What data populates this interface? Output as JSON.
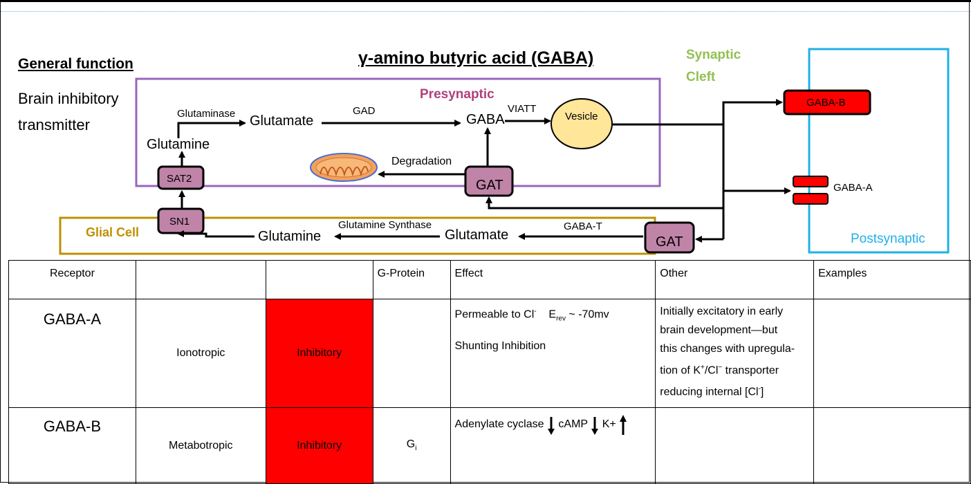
{
  "title": "γ-amino butyric acid (GABA)",
  "general": {
    "heading": "General function",
    "line1": "Brain inhibitory",
    "line2": "transmitter"
  },
  "regions": {
    "presynaptic": "Presynaptic",
    "glial": "Glial Cell",
    "synaptic_line1": "Synaptic",
    "synaptic_line2": "Cleft",
    "postsynaptic": "Postsynaptic"
  },
  "pathway": {
    "glutaminase": "Glutaminase",
    "glutamate_pre": "Glutamate",
    "gad": "GAD",
    "gaba": "GABA",
    "viatt": "VIATT",
    "vesicle": "Vesicle",
    "glutamine_pre": "Glutamine",
    "sat2": "SAT2",
    "degradation": "Degradation",
    "gat_pre": "GAT",
    "sn1": "SN1",
    "glutamine_glial": "Glutamine",
    "glutamine_synthase": "Glutamine Synthase",
    "glutamate_glial": "Glutamate",
    "gaba_t": "GABA-T",
    "gat_glial": "GAT",
    "gaba_b": "GABA-B",
    "gaba_a": "GABA-A"
  },
  "colors": {
    "purple_box": "#9966bb",
    "gold_box": "#bf9000",
    "blue_box": "#1fb0e8",
    "node_fill": "#c084a8",
    "receptor_red": "#ff0000",
    "vesicle_fill": "#ffe699",
    "synaptic_green": "#92c050",
    "presyn_label": "#b0407a"
  },
  "table": {
    "headers": [
      "Receptor",
      "",
      "",
      "G-Protein",
      "Effect",
      "Other",
      "Examples"
    ],
    "rows": [
      {
        "receptor": "GABA-A",
        "type": "Ionotropic",
        "action": "Inhibitory",
        "gprotein": "",
        "effect_line1": "Permeable to Cl",
        "effect_sup": "-",
        "effect_erev": "E",
        "effect_erev_sub": "rev",
        "effect_erev_value": "~ -70mv",
        "effect_line2": "Shunting Inhibition",
        "other_1": "Initially excitatory in early",
        "other_2": "brain development—but",
        "other_3": "this changes with upregula-",
        "other_4a": "tion of K",
        "other_4_sup": "+",
        "other_4b": "/Cl",
        "other_4_sup2": "−",
        "other_4c": " transporter",
        "other_5a": "reducing internal [Cl",
        "other_5_sup": "-",
        "other_5b": "]",
        "examples": ""
      },
      {
        "receptor": "GABA-B",
        "type": "Metabotropic",
        "action": "Inhibitory",
        "gprotein": "G",
        "gprotein_sub": "i",
        "effect_a": "Adenylate cyclase",
        "effect_b": "cAMP",
        "effect_c": "K+",
        "other": "",
        "examples": ""
      }
    ]
  }
}
